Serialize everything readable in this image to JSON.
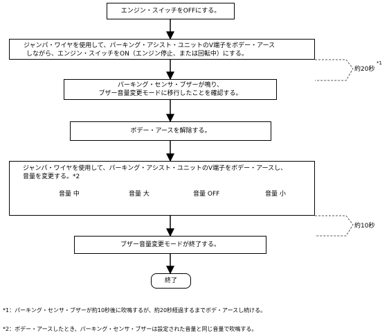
{
  "steps": {
    "s1": "エンジン・スイッチをOFFにする。",
    "s2_line1": "ジャンパ・ワイヤを使用して、パーキング・アシスト・ユニットのV端子をボデー・アース",
    "s2_line2": "しながら、エンジン・スイッチをON（エンジン停止、または回転中）にする。",
    "s3_line1": "パーキング・センサ・ブザーが鳴り、",
    "s3_line2": "ブザー音量変更モードに移行したことを確認する。",
    "s4": "ボデー・アースを解除する。",
    "s5_line1": "ジャンパ・ワイヤを使用して、パーキング・アシスト・ユニットのV端子をボデー・アースし、",
    "s5_line2": "音量を変更する。*2",
    "s6": "ブザー音量変更モードが終了する。",
    "end": "終了"
  },
  "volume_cycle": [
    "音量 中",
    "音量 大",
    "音量 OFF",
    "音量 小"
  ],
  "timers": {
    "t1_mark": "*1",
    "t1_label": "約20秒",
    "t2_label": "約10秒"
  },
  "notes": {
    "n1": "*1：パーキング・センサ・ブザーが約10秒後に吹鳴するが、約20秒経過するまでボデ・アースし続ける。",
    "n2": "*2：ボデー・アースしたとき、パーキング・センサ・ブザーは設定された音量と同じ音量で吹鳴する。"
  }
}
